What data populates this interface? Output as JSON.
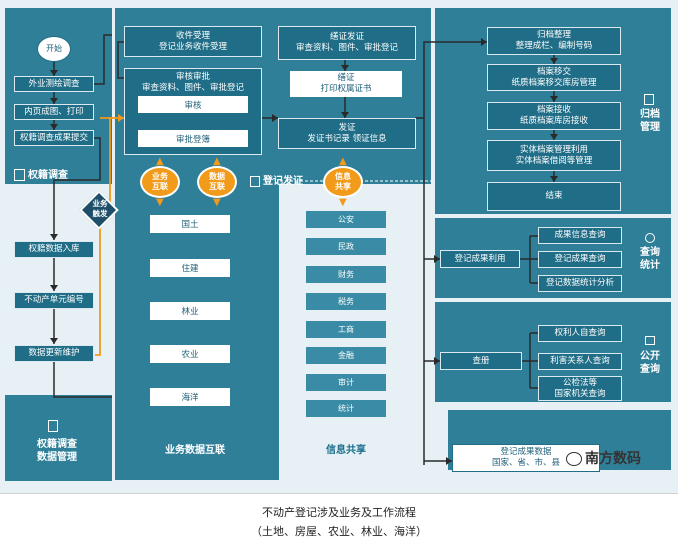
{
  "left": {
    "start": "开始",
    "steps": [
      "外业测绘调查",
      "内页成图、打印",
      "权籍调查成果提交"
    ],
    "section_title": "权籍调查",
    "lower_steps": [
      "权籍数据入库",
      "不动产单元编号",
      "数据更新维护"
    ],
    "trigger": "业务\n触发",
    "bottom_title": "权籍调查\n数据管理"
  },
  "registration": {
    "accept": "收件受理\n登记业务收件受理",
    "review": "审核审批\n审查资料、图件、审批登记",
    "review_sub": [
      "审核",
      "审批登簿"
    ],
    "certify": "缮证发证\n审查资料、图件、审批登记",
    "certify_sub1": "缮证\n打印权属证书",
    "certify_sub2": "发证\n发证书记录  领证信息",
    "section_title": "登记发证"
  },
  "biz_interconnect": {
    "oval1": "业务\n互联",
    "oval2": "数据\n互联",
    "items": [
      "国土",
      "住建",
      "林业",
      "农业",
      "海洋"
    ],
    "title": "业务数据互联"
  },
  "info_share": {
    "oval": "信息\n共享",
    "items": [
      "公安",
      "民政",
      "财务",
      "税务",
      "工商",
      "金融",
      "审计",
      "统计"
    ],
    "title": "信息共享"
  },
  "archive": {
    "steps": [
      "归档整理\n整理成栏、编制号码",
      "档案移交\n纸质档案移交库房管理",
      "档案接收\n纸质档案库房接收",
      "实体档案管理利用\n实体档案借阅等管理",
      "结束"
    ],
    "title": "归档\n管理"
  },
  "query": {
    "main": "登记成果利用",
    "items": [
      "成果信息查询",
      "登记成果查询",
      "登记数据统计分析"
    ],
    "title": "查询\n统计"
  },
  "public": {
    "main": "查册",
    "items": [
      "权利人自查询",
      "利害关系人查询",
      "公检法等\n国家机关查询"
    ],
    "title": "公开\n查询"
  },
  "bottom_box": "登记成果数据\n国家、省、市、县",
  "watermark": "南方数码",
  "caption_line1": "不动产登记涉及业务及工作流程",
  "caption_line2": "（土地、房屋、农业、林业、海洋）",
  "colors": {
    "dark": "#1f6d87",
    "panel": "#2f7f99",
    "accent": "#f29a1a",
    "light": "#e7f0f4"
  }
}
